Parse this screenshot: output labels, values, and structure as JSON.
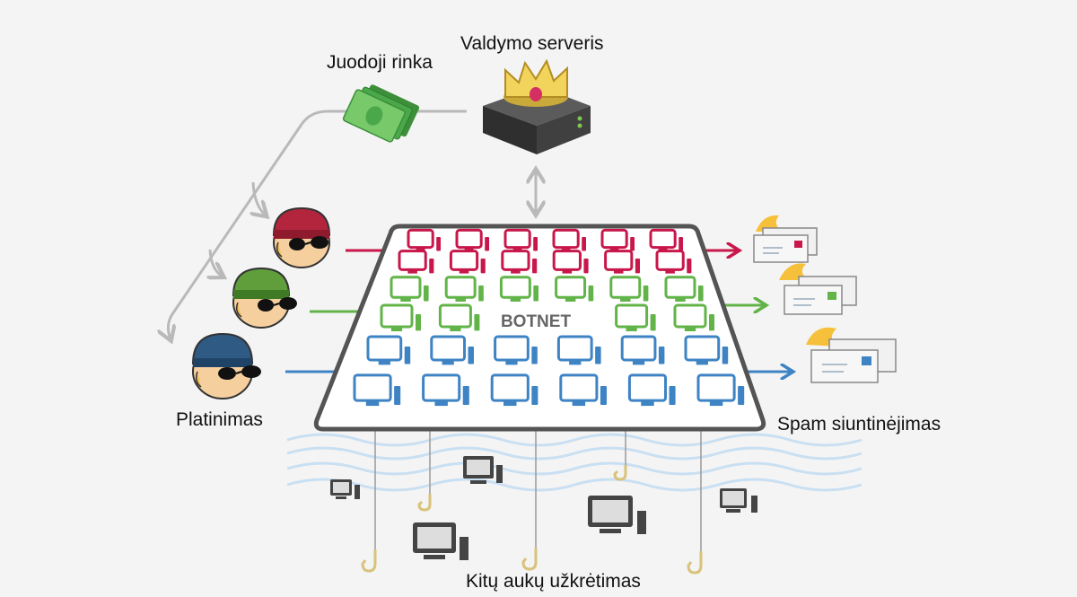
{
  "labels": {
    "black_market": "Juodoji rinka",
    "control_server": "Valdymo serveris",
    "distribution": "Platinimas",
    "spam_sending": "Spam siuntinėjimas",
    "infection": "Kitų aukų užkrėtimas",
    "botnet": "BOTNET"
  },
  "colors": {
    "background": "#f4f4f4",
    "red": "#c8174a",
    "green": "#62b449",
    "blue": "#3e84c4",
    "grid_border": "#545454",
    "arrow_gray": "#b9b9b9",
    "wave": "#c9dff2",
    "hook": "#d9c27a"
  },
  "icons": {
    "server": "server-with-crown-icon",
    "money": "banknotes-icon",
    "hacker": "hacker-face-icon",
    "envelope": "burning-envelope-icon",
    "victim_pc": "computer-icon",
    "hook": "fishing-hook-icon"
  }
}
